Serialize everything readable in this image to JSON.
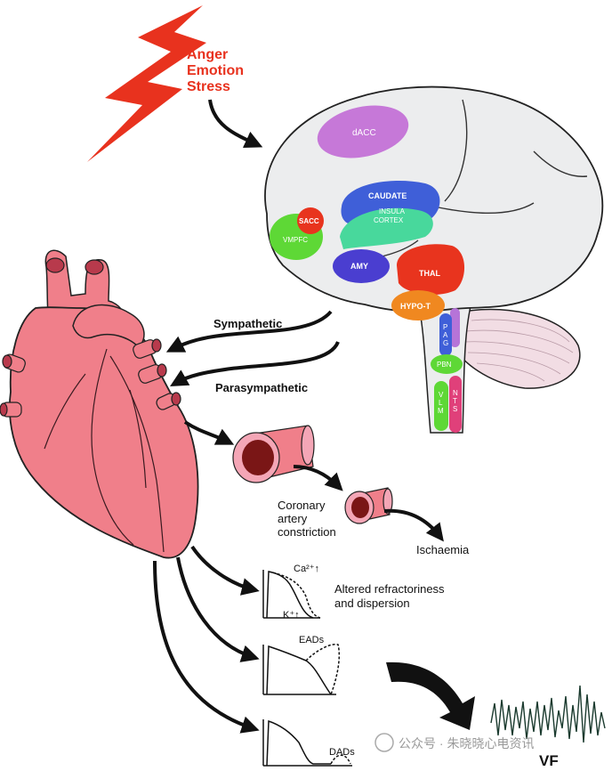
{
  "trigger": {
    "line1": "Anger",
    "line2": "Emotion",
    "line3": "Stress",
    "color": "#e8321e"
  },
  "brain_regions": {
    "dacc": "dACC",
    "caudate": "CAUDATE",
    "insula1": "INSULA",
    "insula2": "CORTEX",
    "sacc": "SACC",
    "vmpfc": "VMPFC",
    "amy": "AMY",
    "thal": "THAL",
    "hypot": "HYPO-T",
    "pag": "PAG",
    "pbn": "PBN",
    "vlm": "VLM",
    "nts": "NTS"
  },
  "pathways": {
    "sympathetic": "Sympathetic",
    "parasympathetic": "Parasympathetic"
  },
  "coronary": {
    "line1": "Coronary",
    "line2": "artery",
    "line3": "constriction",
    "ischaemia": "Ischaemia"
  },
  "electro": {
    "ca": "Ca²⁺↑",
    "k": "K⁺↑",
    "refract1": "Altered refractoriness",
    "refract2": "and dispersion",
    "eads": "EADs",
    "dads": "DADs",
    "vf": "VF"
  },
  "watermark": "公众号 · 朱晓晓心电资讯",
  "colors": {
    "brain": "#ecedee",
    "heart": "#f07f8a",
    "dacc": "#c678d8",
    "caudate": "#3f5fd8",
    "insula": "#48d89c",
    "sacc": "#e8341e",
    "vmpfc": "#5ed836",
    "amy": "#4a3ed0",
    "thal": "#e8341e",
    "hypot": "#f08820"
  }
}
